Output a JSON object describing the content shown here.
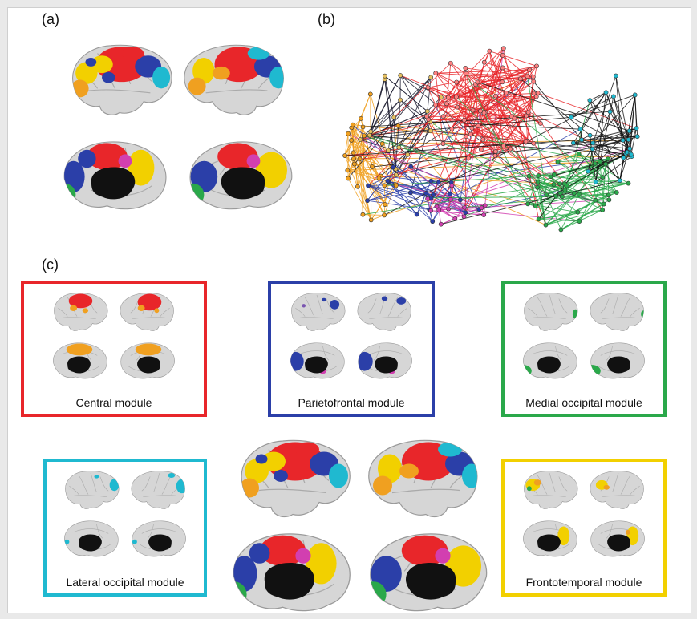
{
  "panels": {
    "a": "(a)",
    "b": "(b)",
    "c": "(c)"
  },
  "colors": {
    "central": "#e8262a",
    "parietofrontal": "#2b3fa8",
    "medial_occipital": "#2aa84a",
    "lateral_occipital": "#1fb9d0",
    "frontotemporal": "#f2d000",
    "orange": "#f0a020",
    "magenta": "#d23fb0",
    "cortex": "#d6d6d6",
    "black": "#111111"
  },
  "modules": [
    {
      "key": "central",
      "label": "Central module",
      "color": "#e8262a"
    },
    {
      "key": "parietofrontal",
      "label": "Parietofrontal module",
      "color": "#2b3fa8"
    },
    {
      "key": "medial_occipital",
      "label": "Medial occipital module",
      "color": "#2aa84a"
    },
    {
      "key": "lateral_occipital",
      "label": "Lateral occipital module",
      "color": "#1fb9d0"
    },
    {
      "key": "frontotemporal",
      "label": "Frontotemporal module",
      "color": "#f2d000"
    }
  ]
}
